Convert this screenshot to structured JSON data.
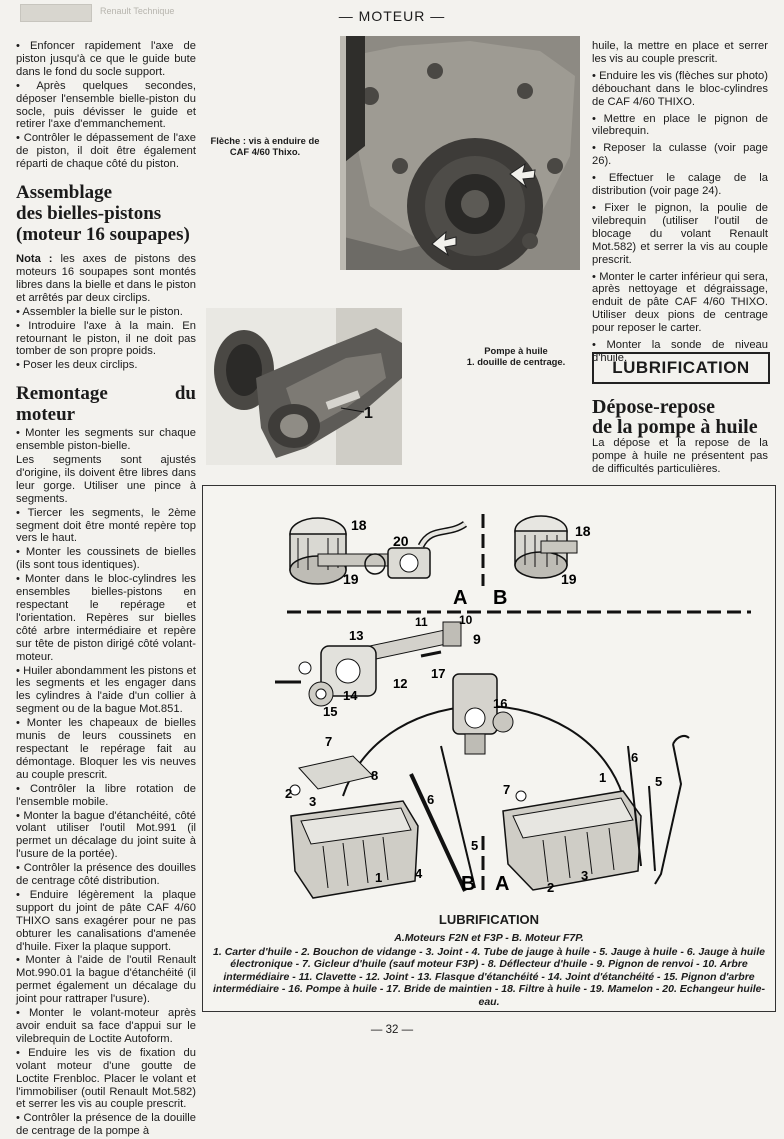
{
  "header": {
    "section_title": "— MOTEUR —",
    "faint_text": "Renault Technique"
  },
  "left_column": {
    "intro_bullets": [
      "• Enfoncer rapidement l'axe de piston jusqu'à ce que le guide bute dans le fond du socle support.",
      "• Après quelques secondes, déposer l'ensemble bielle-piston du socle, puis dévisser le guide et retirer l'axe d'emmanchement.",
      "• Contrôler le dépassement de l'axe de piston, il doit être également réparti de chaque côté du piston."
    ],
    "assemblage_title_1": "Assemblage",
    "assemblage_title_2": "des bielles-pistons",
    "assemblage_title_3": "(moteur 16 soupapes)",
    "nota_label": "Nota :",
    "nota_text": " les axes de pistons des moteurs 16 soupapes sont montés libres dans la bielle et dans le piston et arrêtés par deux circlips.",
    "assemblage_bullets": [
      "• Assembler la bielle sur le piston.",
      "• Introduire l'axe à la main. En retournant le piston, il ne doit pas tomber de son propre poids.",
      "• Poser les deux circlips."
    ],
    "remontage_title": "Remontage du moteur",
    "remontage_bullets": [
      "• Monter les segments sur chaque ensemble piston-bielle.",
      "Les segments sont ajustés d'origine, ils doivent être libres dans leur gorge. Utiliser une pince à segments.",
      "• Tiercer les segments, le 2ème segment doit être monté repère top vers le haut.",
      "• Monter les coussinets de bielles (ils sont tous identiques).",
      "• Monter dans le bloc-cylindres les ensembles bielles-pistons en respectant le repérage et l'orientation. Repères sur bielles côté arbre intermédiaire et repère sur tête de piston dirigé côté volant-moteur.",
      "• Huiler abondamment les pistons et les segments et les engager dans les cylindres à l'aide d'un collier à segment ou de la bague Mot.851.",
      "• Monter les chapeaux de bielles munis de leurs coussinets en respectant le repérage fait au démontage. Bloquer les vis neuves au couple prescrit.",
      "• Contrôler la libre rotation de l'ensemble mobile.",
      "• Monter la bague d'étanchéité, côté volant utiliser l'outil Mot.991 (il permet un décalage du joint suite à l'usure de la portée).",
      "• Contrôler la présence des douilles de centrage côté distribution.",
      "• Enduire légèrement la plaque support du joint de pâte CAF 4/60 THIXO sans exagérer pour ne pas obturer les canalisations d'amenée d'huile. Fixer la plaque support.",
      "• Monter à l'aide de l'outil Renault Mot.990.01 la bague d'étanchéité (il permet également un décalage du joint pour rattraper l'usure).",
      "• Monter le volant-moteur après avoir enduit sa face d'appui sur le vilebrequin de Loctite Autoform.",
      "• Enduire les vis de fixation du volant moteur d'une goutte de Loctite Frenbloc. Placer le volant et l'immobiliser (outil Renault Mot.582) et serrer les vis au couple prescrit.",
      "• Contrôler la présence de la douille de centrage de la pompe à"
    ]
  },
  "middle": {
    "photo1_caption": "Flèche : vis à enduire de CAF 4/60 Thixo.",
    "photo2_caption_1": "Pompe à huile",
    "photo2_caption_2": "1. douille de centrage.",
    "photo2_label": "1"
  },
  "right_column": {
    "bullets": [
      "huile, la mettre en place et serrer les vis au couple prescrit.",
      "• Enduire les vis (flèches sur photo) débouchant dans le bloc-cylindres de CAF 4/60 THIXO.",
      "• Mettre en place le pignon de vilebrequin.",
      "• Reposer la culasse (voir page 26).",
      "• Effectuer le calage de la distribution (voir page 24).",
      "• Fixer le pignon, la poulie de vilebrequin (utiliser l'outil de blocage du volant Renault Mot.582) et serrer la vis au couple prescrit.",
      "• Monter le carter inférieur qui sera, après nettoyage et dégraissage, enduit de pâte CAF 4/60 THIXO. Utiliser deux pions de centrage pour reposer le carter.",
      "• Monter la sonde de niveau d'huile."
    ],
    "lubrification_box": "LUBRIFICATION",
    "depose_title_1": "Dépose-repose",
    "depose_title_2": "de la pompe à huile",
    "depose_text": "La dépose et la repose de la pompe à huile ne présentent pas de difficultés particulières."
  },
  "diagram": {
    "labels": {
      "A": "A",
      "B": "B",
      "n1": "1",
      "n2": "2",
      "n3": "3",
      "n4": "4",
      "n5": "5",
      "n6": "6",
      "n7": "7",
      "n8": "8",
      "n9": "9",
      "n10": "10",
      "n11": "11",
      "n12": "12",
      "n13": "13",
      "n14": "14",
      "n15": "15",
      "n16": "16",
      "n17": "17",
      "n18": "18",
      "n19": "19",
      "n20": "20"
    },
    "title": "LUBRIFICATION",
    "subtitle": "A.Moteurs F2N et F3P - B. Moteur F7P.",
    "legend": "1. Carter d'huile - 2. Bouchon de vidange - 3. Joint - 4. Tube de jauge à huile - 5. Jauge à huile - 6. Jauge à huile électronique - 7. Gicleur d'huile (sauf moteur F3P) - 8. Déflecteur d'huile - 9. Pignon de renvoi - 10. Arbre intermédiaire - 11. Clavette - 12. Joint - 13. Flasque d'étanchéité - 14. Joint d'étanchéité - 15. Pignon d'arbre intermédiaire - 16. Pompe à huile - 17. Bride de maintien - 18. Filtre à huile - 19. Mamelon - 20. Echangeur huile-eau."
  },
  "footer": {
    "page_number": "— 32 —"
  }
}
